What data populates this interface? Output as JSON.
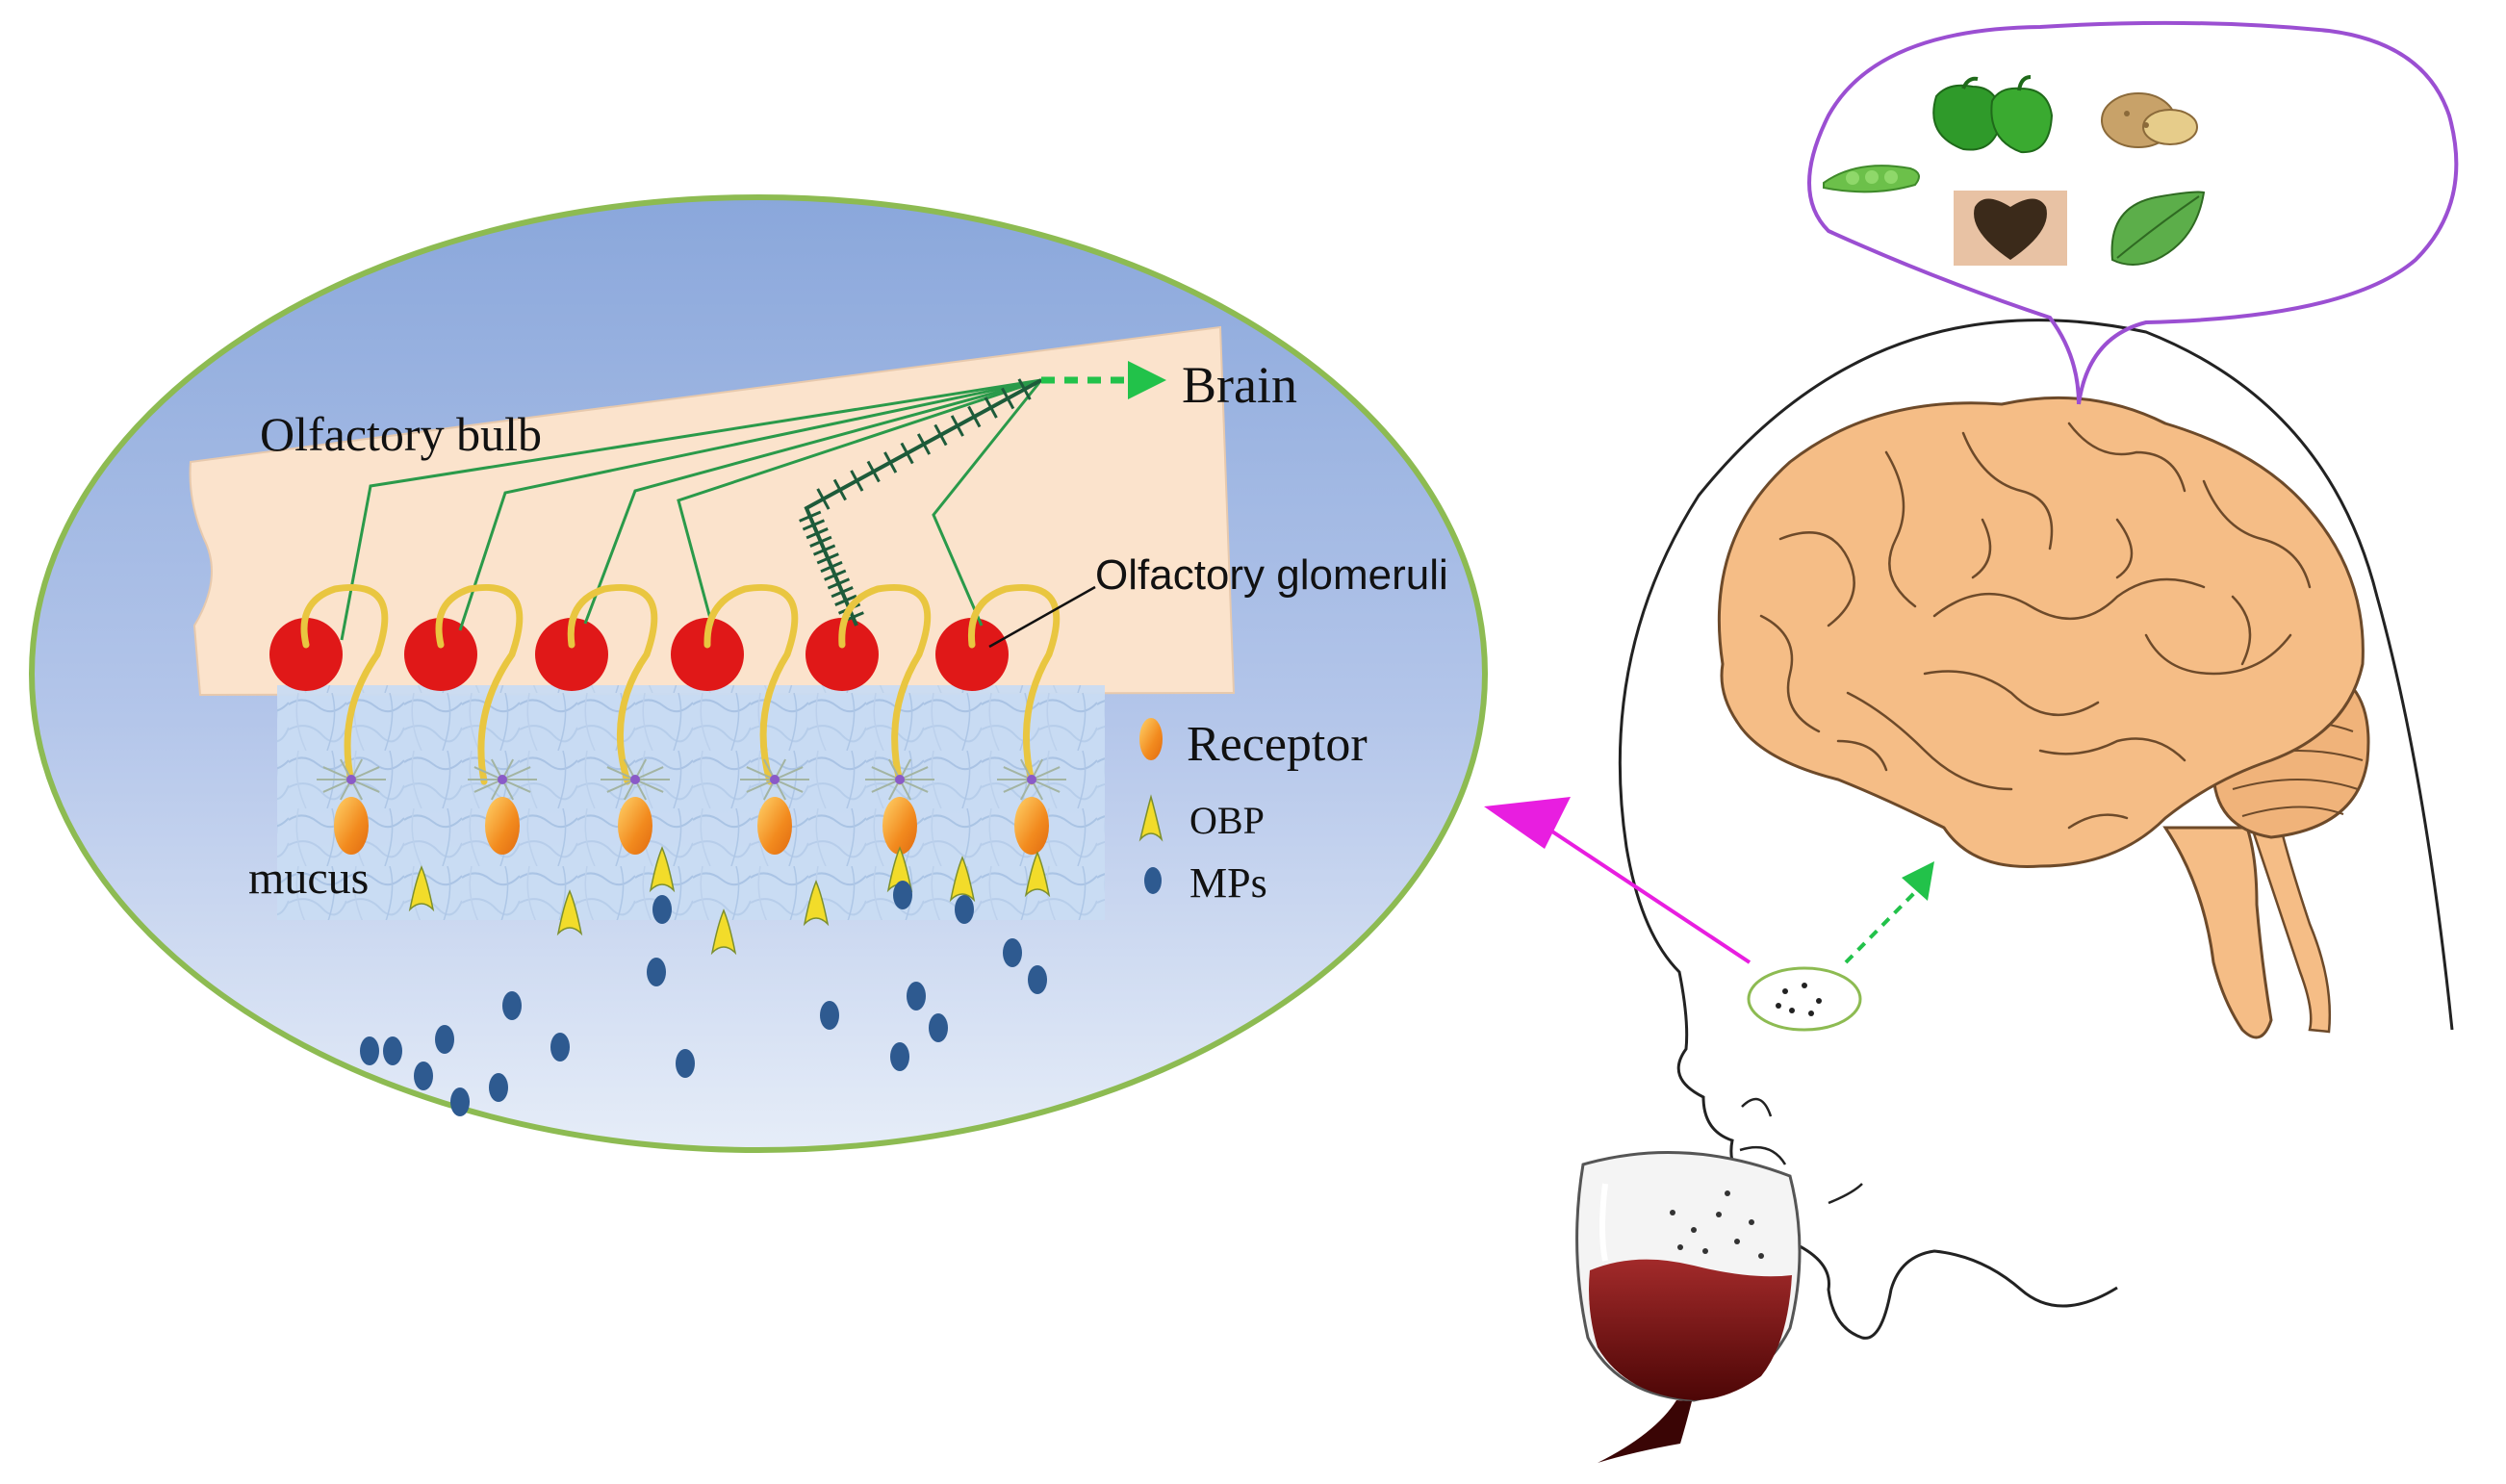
{
  "labels": {
    "olfactory_bulb": "Olfactory bulb",
    "brain": "Brain",
    "olfactory_glomeruli": "Olfactory glomeruli",
    "mucus": "mucus"
  },
  "legend": [
    {
      "name": "receptor",
      "label": "Receptor",
      "color": "#f28a1e"
    },
    {
      "name": "obp",
      "label": "OBP",
      "color": "#f2dc2a"
    },
    {
      "name": "mps",
      "label": "MPs",
      "color": "#2e5a90"
    }
  ],
  "colors": {
    "oval_fill": "#9fb6e0",
    "oval_stroke": "#8dbb52",
    "bulb_fill": "#fbe3cc",
    "glomerulus": "#e01818",
    "nerve": "#2a9a4a",
    "axon": "#e9c640",
    "brain_fill": "#f5bd86",
    "brain_stroke": "#6d4a2a",
    "thought_bubble": "#9b4fd2",
    "magenta_arrow": "#e81ee0",
    "green_arrow": "#22c24a",
    "wine": "#6d0c0c"
  },
  "icons": [
    "pea-pod-icon",
    "green-pepper-icon",
    "potato-icon",
    "coffee-beans-icon",
    "leaf-icon",
    "wine-glass-icon"
  ]
}
